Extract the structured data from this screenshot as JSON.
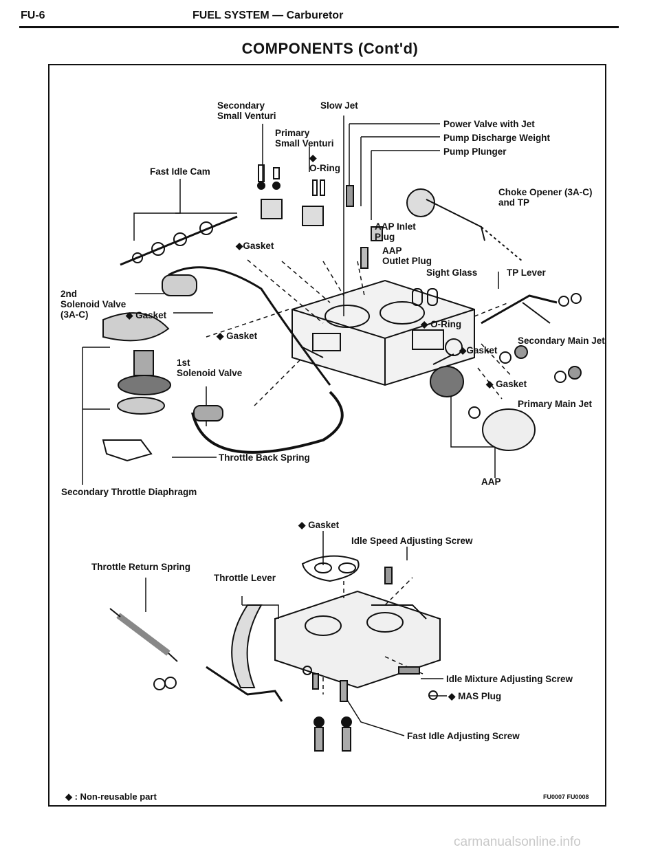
{
  "header": {
    "page_code": "FU-6",
    "section": "FUEL SYSTEM — Carburetor"
  },
  "title": "COMPONENTS (Cont'd)",
  "labels": {
    "secondary_small_venturi": "Secondary\nSmall Venturi",
    "slow_jet": "Slow Jet",
    "power_valve": "Power Valve with Jet",
    "pump_discharge_weight": "Pump Discharge Weight",
    "pump_plunger": "Pump Plunger",
    "primary_small_venturi": "Primary\nSmall Venturi",
    "o_ring_top": "◆\nO-Ring",
    "fast_idle_cam": "Fast Idle Cam",
    "choke_opener": "Choke Opener (3A-C)\nand TP",
    "aap_inlet_plug": "AAP Inlet\nPlug",
    "gasket_1": "◆Gasket",
    "aap_outlet_plug": "AAP\nOutlet Plug",
    "sight_glass": "Sight Glass",
    "tp_lever": "TP Lever",
    "second_solenoid": "2nd\nSolenoid Valve\n(3A-C)",
    "gasket_2": "◆ Gasket",
    "gasket_3": "◆ Gasket",
    "o_ring_mid": "◆ O-Ring",
    "secondary_main_jet": "Secondary Main Jet",
    "gasket_4": "◆Gasket",
    "first_solenoid": "1st\nSolenoid Valve",
    "gasket_5": "◆ Gasket",
    "primary_main_jet": "Primary Main Jet",
    "throttle_back_spring": "Throttle Back Spring",
    "aap": "AAP",
    "secondary_throttle_diaphragm": "Secondary Throttle Diaphragm",
    "gasket_6": "◆ Gasket",
    "idle_speed_screw": "Idle Speed Adjusting Screw",
    "throttle_return_spring": "Throttle Return Spring",
    "throttle_lever": "Throttle Lever",
    "idle_mixture_screw": "Idle Mixture Adjusting Screw",
    "mas_plug": "◆ MAS Plug",
    "fast_idle_screw": "Fast Idle Adjusting Screw"
  },
  "footer": {
    "legend": "◆ :   Non-reusable part",
    "codes": "FU0007  FU0008"
  },
  "watermark": "carmanualsonline.info"
}
